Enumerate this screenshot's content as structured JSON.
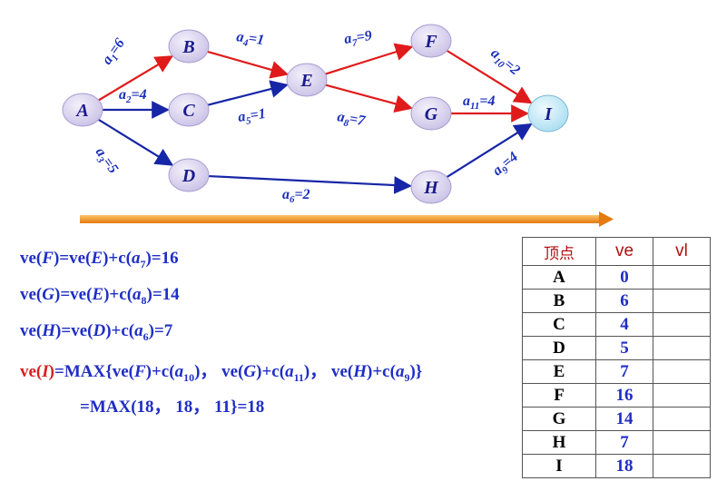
{
  "colors": {
    "critical_edge": "#e01b1b",
    "normal_edge": "#1726a6",
    "node_fill": "#d9d4ef",
    "end_node_fill": "#bfe8f5",
    "timeline_arrow": "#f08a1c",
    "formula_text": "#1f2ec5",
    "highlight_text": "#d81e1e"
  },
  "nodes": [
    {
      "id": "A",
      "label": "A"
    },
    {
      "id": "B",
      "label": "B"
    },
    {
      "id": "C",
      "label": "C"
    },
    {
      "id": "D",
      "label": "D"
    },
    {
      "id": "E",
      "label": "E"
    },
    {
      "id": "F",
      "label": "F"
    },
    {
      "id": "G",
      "label": "G"
    },
    {
      "id": "H",
      "label": "H"
    },
    {
      "id": "I",
      "label": "I"
    }
  ],
  "edges": [
    {
      "id": "a1",
      "from": "A",
      "to": "B",
      "name": "a",
      "sub": "1",
      "weight": "=6",
      "critical": true
    },
    {
      "id": "a2",
      "from": "A",
      "to": "C",
      "name": "a",
      "sub": "2",
      "weight": "=4",
      "critical": false
    },
    {
      "id": "a3",
      "from": "A",
      "to": "D",
      "name": "a",
      "sub": "3",
      "weight": "=5",
      "critical": false
    },
    {
      "id": "a4",
      "from": "B",
      "to": "E",
      "name": "a",
      "sub": "4",
      "weight": "=1",
      "critical": true
    },
    {
      "id": "a5",
      "from": "C",
      "to": "E",
      "name": "a",
      "sub": "5",
      "weight": "=1",
      "critical": false
    },
    {
      "id": "a6",
      "from": "D",
      "to": "H",
      "name": "a",
      "sub": "6",
      "weight": "=2",
      "critical": false
    },
    {
      "id": "a7",
      "from": "E",
      "to": "F",
      "name": "a",
      "sub": "7",
      "weight": "=9",
      "critical": true
    },
    {
      "id": "a8",
      "from": "E",
      "to": "G",
      "name": "a",
      "sub": "8",
      "weight": "=7",
      "critical": true
    },
    {
      "id": "a9",
      "from": "H",
      "to": "I",
      "name": "a",
      "sub": "9",
      "weight": "=4",
      "critical": false
    },
    {
      "id": "a10",
      "from": "F",
      "to": "I",
      "name": "a",
      "sub": "10",
      "weight": "=2",
      "critical": true
    },
    {
      "id": "a11",
      "from": "G",
      "to": "I",
      "name": "a",
      "sub": "11",
      "weight": "=4",
      "critical": true
    }
  ],
  "formulas": {
    "f1": {
      "lhs": "ve(",
      "lhs_var": "F",
      "mid": ")=ve(",
      "var2": "E",
      "mid2": ")+c(",
      "a": "a",
      "sub": "7",
      "tail": ")=16"
    },
    "f2": {
      "lhs": "ve(",
      "lhs_var": "G",
      "mid": ")=ve(",
      "var2": "E",
      "mid2": ")+c(",
      "a": "a",
      "sub": "8",
      "tail": ")=14"
    },
    "f3": {
      "lhs": "ve(",
      "lhs_var": "H",
      "mid": ")=ve(",
      "var2": "D",
      "mid2": ")+c(",
      "a": "a",
      "sub": "6",
      "tail": ")=7"
    },
    "f4": {
      "lhs": "ve(",
      "lhs_var": "I",
      "lhs_close": ")",
      "p1": "=MAX{ve(",
      "v1": "F",
      "p2": ")+c(",
      "a1": "a",
      "s1": "10",
      "p3": ")，  ve(",
      "v2": "G",
      "p4": ")+c(",
      "a2": "a",
      "s2": "11",
      "p5": ")，  ve(",
      "v3": "H",
      "p6": ")+c(",
      "a3": "a",
      "s3": "9",
      "p7": ")}"
    },
    "f5": "=MAX(18，  18，  11}=18"
  },
  "table": {
    "headers": [
      "顶点",
      "ve",
      "vl"
    ],
    "rows": [
      {
        "vertex": "A",
        "ve": "0",
        "vl": ""
      },
      {
        "vertex": "B",
        "ve": "6",
        "vl": ""
      },
      {
        "vertex": "C",
        "ve": "4",
        "vl": ""
      },
      {
        "vertex": "D",
        "ve": "5",
        "vl": ""
      },
      {
        "vertex": "E",
        "ve": "7",
        "vl": ""
      },
      {
        "vertex": "F",
        "ve": "16",
        "vl": ""
      },
      {
        "vertex": "G",
        "ve": "14",
        "vl": ""
      },
      {
        "vertex": "H",
        "ve": "7",
        "vl": ""
      },
      {
        "vertex": "I",
        "ve": "18",
        "vl": ""
      }
    ]
  }
}
